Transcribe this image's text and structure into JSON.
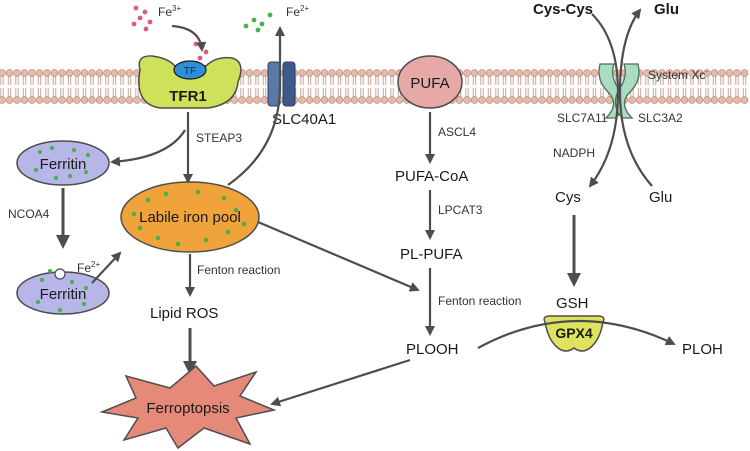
{
  "ions": {
    "fe3": "Fe",
    "fe3_sup": "3+",
    "fe2_out": "Fe",
    "fe2_out_sup": "2+",
    "fe2_release": "Fe",
    "fe2_release_sup": "2+"
  },
  "proteins": {
    "tf": "TF",
    "tfr1": "TFR1",
    "slc40a1": "SLC40A1",
    "pufa": "PUFA",
    "ferritin_top": "Ferritin",
    "ferritin_bottom": "Ferritin",
    "labile_iron_pool": "Labile iron pool",
    "gpx4": "GPX4",
    "ferroptosis": "Ferroptopsis",
    "system_xc": "System Xc",
    "system_xc_sup": "-"
  },
  "nodes": {
    "cys_cys": "Cys-Cys",
    "glu_top": "Glu",
    "slc7a11": "SLC7A11",
    "slc3a2": "SLC3A2",
    "nadph": "NADPH",
    "cys": "Cys",
    "glu_bottom": "Glu",
    "gsh": "GSH",
    "plooh": "PLOOH",
    "ploh": "PLOH",
    "pufa_coa": "PUFA-CoA",
    "pl_pufa": "PL-PUFA",
    "lipid_ros": "Lipid ROS"
  },
  "edges": {
    "steap3": "STEAP3",
    "ncoa4": "NCOA4",
    "acsl4": "ASCL4",
    "lpcat3": "LPCAT3",
    "fenton_left": "Fenton reaction",
    "fenton_right": "Fenton reaction"
  },
  "colors": {
    "tfr1": "#cfe05a",
    "tf": "#2f8fd6",
    "pufa": "#e7a8a8",
    "ferritin": "#b6b6e8",
    "labile_pool": "#f0a33a",
    "iron_dot": "#4cb04c",
    "fe3_dot": "#e05a7a",
    "gpx4": "#dde35c",
    "ferroptosis": "#e58a78",
    "transporter": "#a9dcc0",
    "slc40a1": "#5a78a8",
    "lipid_head": "#e9b8a6",
    "arrow": "#4d4d4d"
  }
}
